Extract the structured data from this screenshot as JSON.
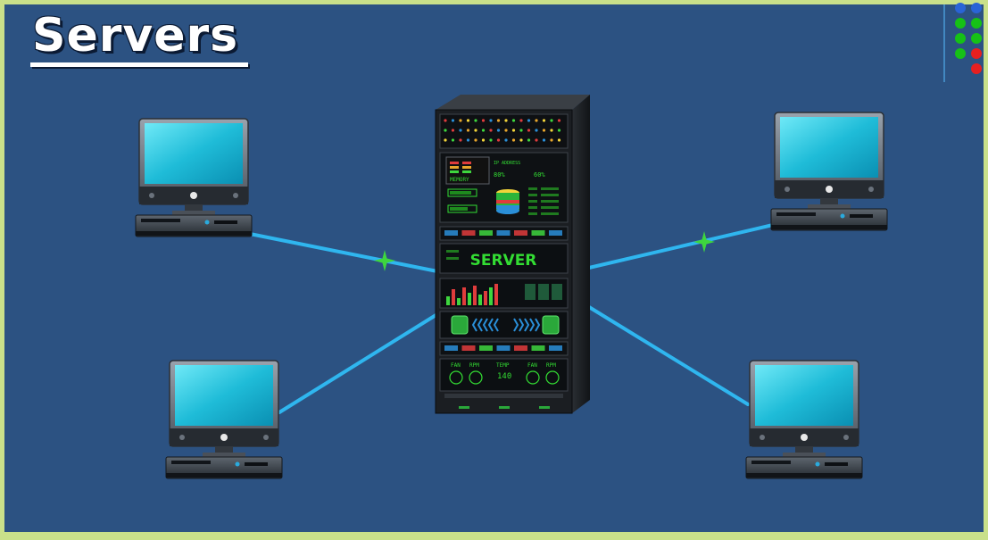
{
  "title": "Servers",
  "server": {
    "label": "SERVER",
    "panel_labels": [
      "MEMORY",
      "IP ADDRESS",
      "FAN",
      "RPM",
      "TEMP",
      "FAN",
      "RPM"
    ],
    "readouts": [
      "80%",
      "60%",
      "140"
    ]
  },
  "colors": {
    "background": "#2c5282",
    "frame": "#c9e08a",
    "link": "#2fb6ef",
    "signal": "#3ed63e",
    "screen": "#26c4e0",
    "server_text": "#33dd33"
  },
  "icons": [
    "desktop-computer-icon",
    "server-rack-icon",
    "signal-spark-icon"
  ],
  "corner_dots": [
    "#2a64d6",
    "#2a64d6",
    "#16c116",
    "#16c116",
    "#16c116",
    "#16c116",
    "#16c116",
    "#e62020",
    "#e62020"
  ]
}
